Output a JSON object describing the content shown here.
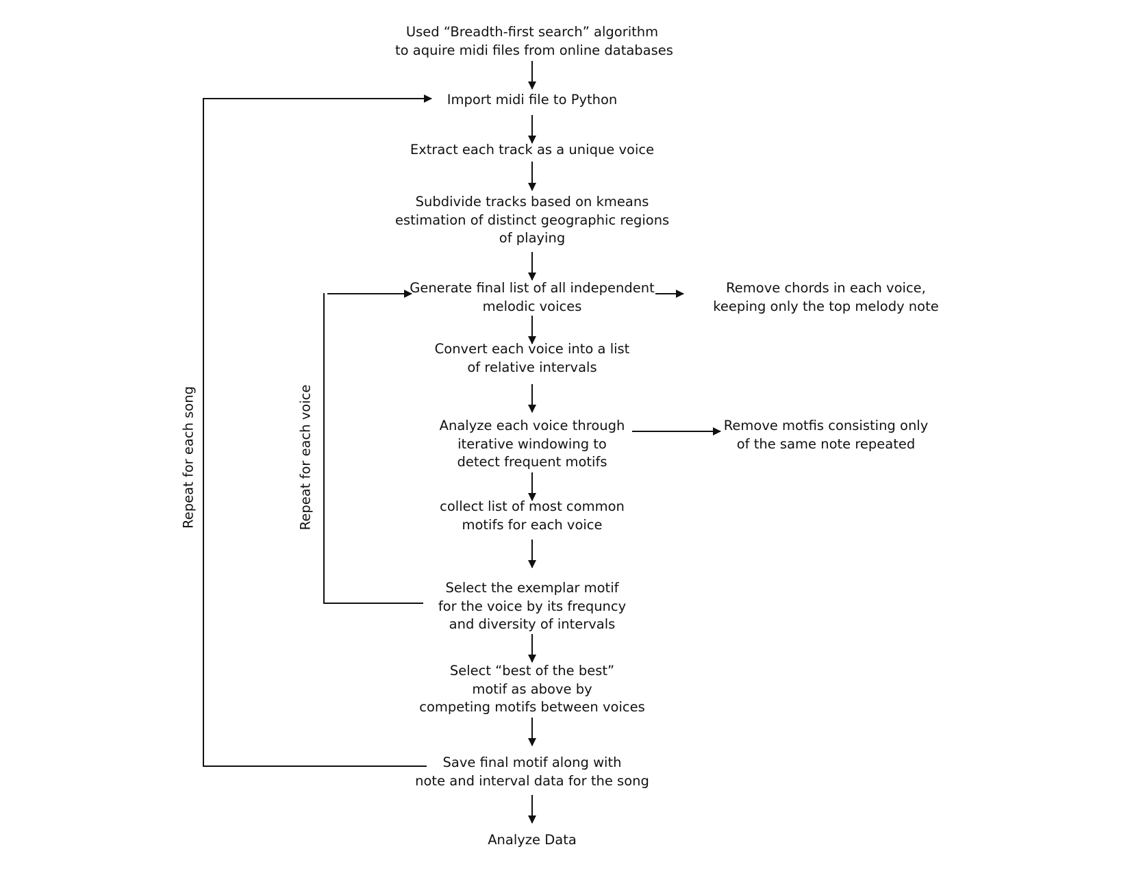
{
  "steps": {
    "acquire": [
      "Used “Breadth-first search” algorithm",
      "to aquire midi files from online databases"
    ],
    "import": [
      "Import midi file to Python"
    ],
    "extract": [
      "Extract each track as a unique voice"
    ],
    "subdivide": [
      "Subdivide tracks based on kmeans",
      "estimation of distinct geographic regions",
      "of playing"
    ],
    "generate": [
      "Generate final list of all independent",
      "melodic voices"
    ],
    "remove_chords": [
      "Remove chords in each voice,",
      "keeping only the top melody note"
    ],
    "convert": [
      "Convert each voice into a list",
      "of relative intervals"
    ],
    "analyze_voice": [
      "Analyze each voice through",
      "iterative windowing to",
      "detect frequent motifs"
    ],
    "remove_motifs": [
      "Remove motfis consisting only",
      "of the same note repeated"
    ],
    "collect": [
      "collect list of most common",
      "motifs for each voice"
    ],
    "select_exemplar": [
      "Select the exemplar motif",
      "for the voice by its frequncy",
      "and diversity of intervals"
    ],
    "select_best": [
      "Select “best of the best”",
      "motif  as above by",
      "competing motifs between voices"
    ],
    "save": [
      "Save final motif along with",
      "note and interval data for the song"
    ],
    "analyze_data": [
      "Analyze Data"
    ]
  },
  "loops": {
    "song": "Repeat for each song",
    "voice": "Repeat for each voice"
  }
}
